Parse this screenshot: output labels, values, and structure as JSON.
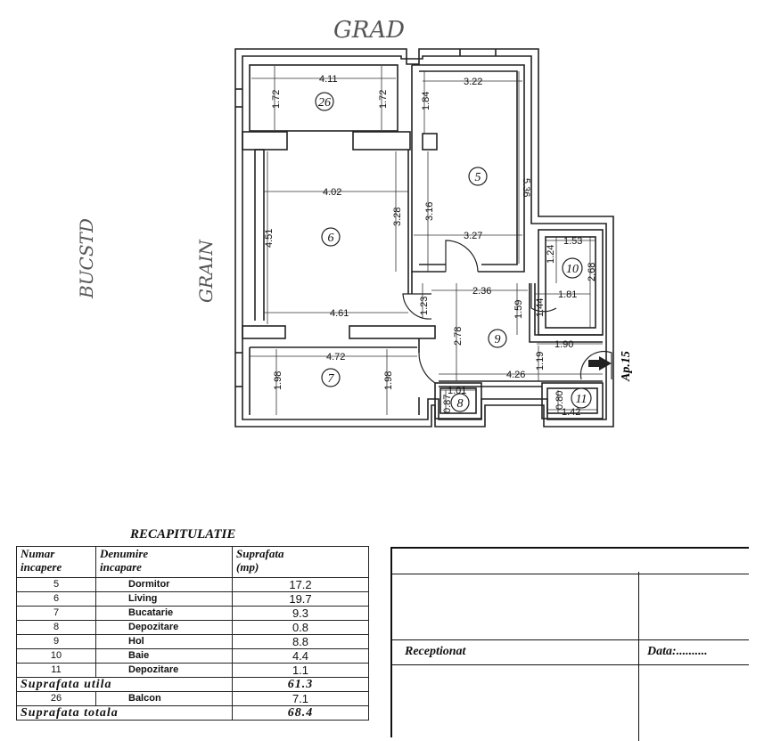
{
  "drawing": {
    "handwritten": {
      "top": "GRAD",
      "left_far": "BUCSTD",
      "left_near": "GRAIN"
    },
    "room_numbers": [
      "26",
      "5",
      "6",
      "10",
      "9",
      "7",
      "8",
      "11"
    ],
    "dimensions": {
      "d_411": "4.11",
      "d_172a": "1.72",
      "d_172b": "1.72",
      "d_184": "1.84",
      "d_322": "3.22",
      "d_536": "5.36",
      "d_402": "4.02",
      "d_328": "3.28",
      "d_316": "3.16",
      "d_451": "4.51",
      "d_327": "3.27",
      "d_153": "1.53",
      "d_124": "1.24",
      "d_268": "2.68",
      "d_236": "2.36",
      "d_181": "1.81",
      "d_123": "1.23",
      "d_159": "1.59",
      "d_144": "1.44",
      "d_461": "4.61",
      "d_278": "2.78",
      "d_190": "1.90",
      "d_472": "4.72",
      "d_119": "1.19",
      "d_426": "4.26",
      "d_198a": "1.98",
      "d_198b": "1.98",
      "d_101": "1.01",
      "d_087": "0.87",
      "d_080": "0.80",
      "d_142": "1.42"
    },
    "apartment_label": "Ap.15"
  },
  "recap": {
    "title": "RECAPITULATIE",
    "headers": {
      "col1_line1": "Numar",
      "col1_line2": "incapere",
      "col2_line1": "Denumire",
      "col2_line2": "incapare",
      "col3_line1": "Suprafata",
      "col3_line2": "(mp)"
    },
    "rows": [
      {
        "num": "5",
        "name": "Dormitor",
        "area": "17.2"
      },
      {
        "num": "6",
        "name": "Living",
        "area": "19.7"
      },
      {
        "num": "7",
        "name": "Bucatarie",
        "area": "9.3"
      },
      {
        "num": "8",
        "name": "Depozitare",
        "area": "0.8"
      },
      {
        "num": "9",
        "name": "Hol",
        "area": "8.8"
      },
      {
        "num": "10",
        "name": "Baie",
        "area": "4.4"
      },
      {
        "num": "11",
        "name": "Depozitare",
        "area": "1.1"
      }
    ],
    "useful": {
      "label": "Suprafata utila",
      "value": "61.3"
    },
    "balcony": {
      "num": "26",
      "name": "Balcon",
      "area": "7.1"
    },
    "total": {
      "label": "Suprafata totala",
      "value": "68.4"
    }
  },
  "stamp": {
    "received_label": "Receptionat",
    "date_label": "Data:.........."
  }
}
